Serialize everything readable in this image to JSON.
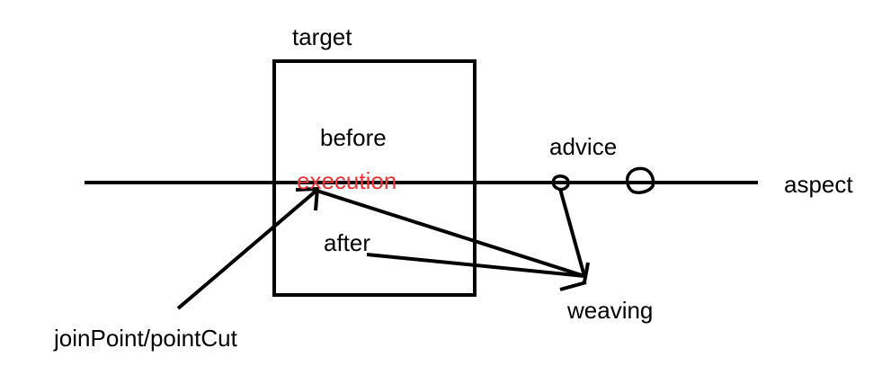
{
  "labels": {
    "target": "target",
    "before": "before",
    "execution": "execution",
    "after": "after",
    "advice": "advice",
    "aspect": "aspect",
    "weaving": "weaving",
    "joinpoint": "joinPoint/pointCut"
  },
  "colors": {
    "ink": "#000000",
    "highlight": "#e8363a",
    "background": "#ffffff"
  }
}
